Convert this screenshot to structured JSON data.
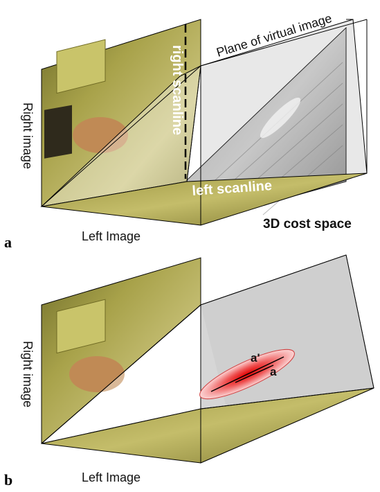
{
  "panel_a": {
    "letter": "a",
    "right_image_label": "Right image",
    "left_image_label": "Left Image",
    "plane_label": "Plane of virtual image",
    "right_scanline_label": "right scanline",
    "left_scanline_label": "left scanline",
    "cost_space_label": "3D cost space"
  },
  "panel_b": {
    "letter": "b",
    "right_image_label": "Right image",
    "left_image_label": "Left Image",
    "point_a_prime": "a'",
    "point_a": "a"
  }
}
